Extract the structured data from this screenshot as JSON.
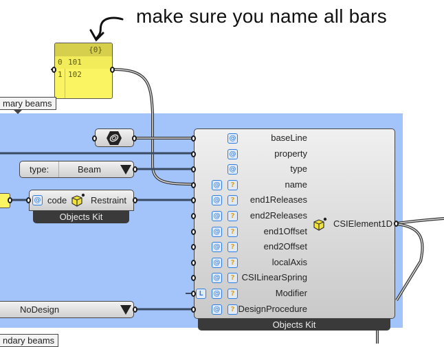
{
  "annotation": {
    "text": "make sure you name all bars"
  },
  "panel": {
    "header": "{0}",
    "rows": [
      {
        "index": "0",
        "value": "101"
      },
      {
        "index": "1",
        "value": "102"
      }
    ]
  },
  "groups": {
    "top_tag": "mary beams",
    "bottom_tag": "ndary beams",
    "color": "#a3c4fb"
  },
  "type_dropdown": {
    "label": "type:",
    "value": "Beam"
  },
  "restraint_component": {
    "input": "code",
    "output": "Restraint",
    "kit": "Objects Kit"
  },
  "design_dropdown": {
    "value": "NoDesign"
  },
  "element_component": {
    "kit": "Objects Kit",
    "output": "CSIElement1D",
    "inputs": [
      {
        "name": "baseLine",
        "optional": false,
        "list": false
      },
      {
        "name": "property",
        "optional": false,
        "list": false
      },
      {
        "name": "type",
        "optional": false,
        "list": false
      },
      {
        "name": "name",
        "optional": true,
        "list": false
      },
      {
        "name": "end1Releases",
        "optional": true,
        "list": false
      },
      {
        "name": "end2Releases",
        "optional": true,
        "list": false
      },
      {
        "name": "end1Offset",
        "optional": true,
        "list": false
      },
      {
        "name": "end2Offset",
        "optional": true,
        "list": false
      },
      {
        "name": "localAxis",
        "optional": true,
        "list": false
      },
      {
        "name": "CSILinearSpring",
        "optional": true,
        "list": false
      },
      {
        "name": "Modifier",
        "optional": true,
        "list": true
      },
      {
        "name": "DesignProcedure",
        "optional": true,
        "list": false
      }
    ]
  },
  "icons": {
    "at": "@",
    "question": "?",
    "list": "L"
  }
}
